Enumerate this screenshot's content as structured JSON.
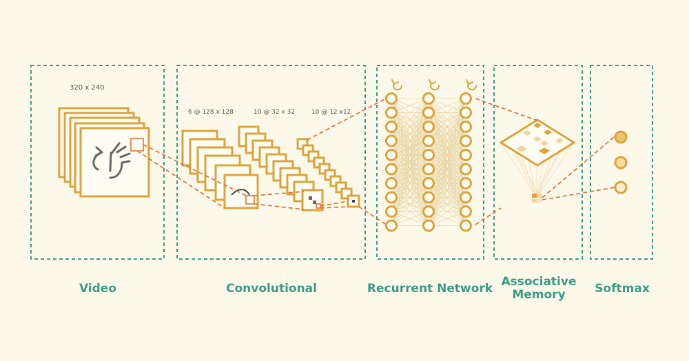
{
  "sections": {
    "video": "Video",
    "convolutional": "Convolutional",
    "recurrent": "Recurrent Network",
    "associative_line1": "Associative",
    "associative_line2": "Memory",
    "softmax": "Softmax"
  },
  "dimensions": {
    "input": "320 x 240",
    "conv1": "6 @ 128 x 128",
    "conv2": "10 @ 32 x 32",
    "conv3": "10 @ 12 x12"
  },
  "colors": {
    "background": "#fdf9ea",
    "frame_gold": "#dba43a",
    "teal": "#3c9a8a",
    "connector_orange": "#e06a2c",
    "hand_icon": "#666666"
  },
  "icons": {
    "input_gesture": "hand-swipe-icon",
    "recurrence": "loop-arrow-icon"
  }
}
